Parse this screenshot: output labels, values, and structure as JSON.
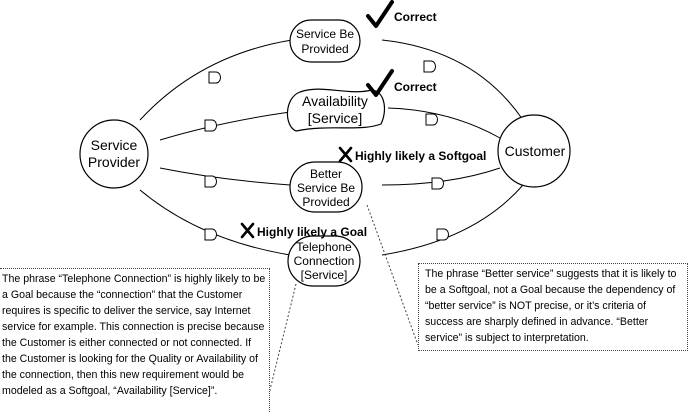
{
  "actors": {
    "service_provider": [
      "Service",
      "Provider"
    ],
    "customer": [
      "Customer"
    ]
  },
  "dependums": {
    "service_be_provided": [
      "Service Be",
      "Provided"
    ],
    "availability": [
      "Availability",
      "[Service]"
    ],
    "better_service": [
      "Better",
      "Service Be",
      "Provided"
    ],
    "telephone_connection": [
      "Telephone",
      "Connection",
      "[Service]"
    ]
  },
  "verdicts": {
    "correct_1": {
      "mark": "check",
      "text": "Correct"
    },
    "correct_2": {
      "mark": "check",
      "text": "Correct"
    },
    "softgoal": {
      "mark": "X",
      "text": "Highly likely a Softgoal"
    },
    "goal": {
      "mark": "X",
      "text": "Highly likely a Goal"
    }
  },
  "notes": {
    "telephone": "The phrase “Telephone Connection” is highly likely to be a Goal because the “connection” that the Customer requires is specific to deliver the service, say Internet service for example. This connection is precise because the Customer is either connected or not connected. If the Customer is looking for the Quality or Availability of the connection, then this new requirement would be modeled as a Softgoal, “Availability [Service]”.",
    "better_service": "The phrase “Better service”  suggests that it is likely to be a Softgoal, not a Goal because the dependency of “better service” is NOT precise, or it’s criteria of success are sharply defined in advance. “Better service” is subject to interpretation."
  },
  "colors": {
    "line": "#000000",
    "fill": "#ffffff",
    "note_border": "#444444"
  }
}
